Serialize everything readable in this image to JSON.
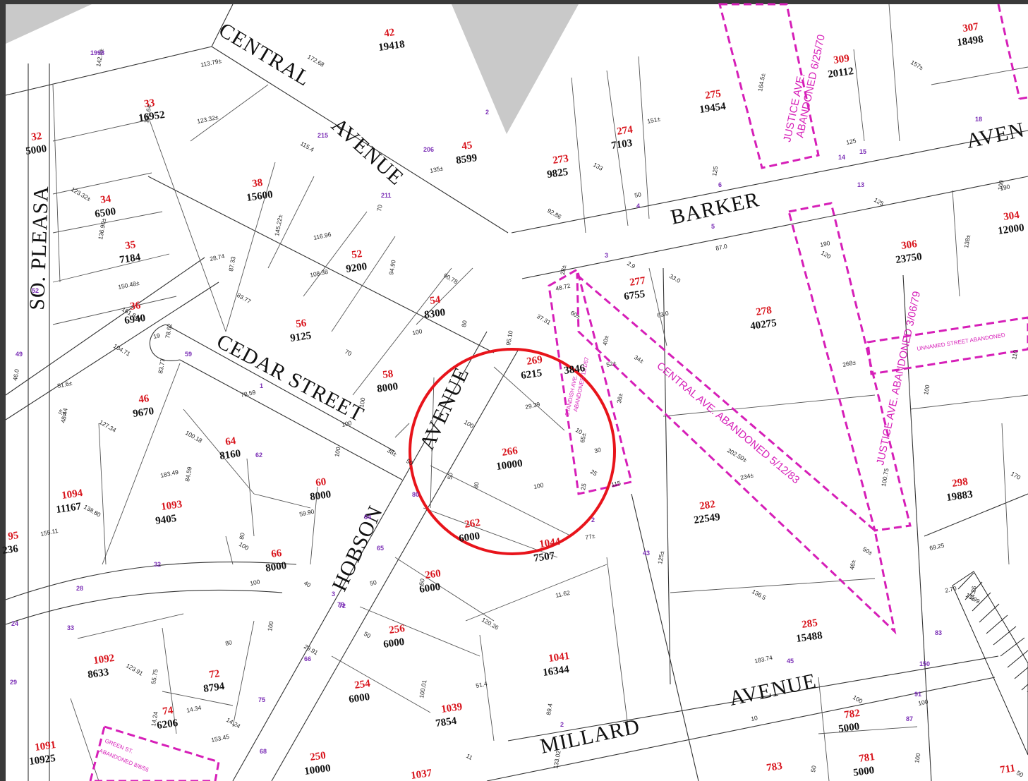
{
  "map": {
    "streets": {
      "central_top": "CENTRAL",
      "central_avenue": "AVENUE",
      "barker": "BARKER",
      "barker_avenue": "AVEN",
      "so_pleasant": "SO. PLEASA",
      "cedar": "CEDAR STREET",
      "hobson": "HOBSON",
      "hobson_avenue": "AVENUE",
      "millard": "MILLARD",
      "millard_avenue": "AVENUE"
    },
    "abandoned": {
      "justice_1": "JUSTICE AVE.",
      "justice_1b": "ABANDONED 6/25/70",
      "justice_2": "JUSTICE AVE.  ABANDONED 3/06/79",
      "central": "CENTRAL AVE.  ABANDONED 5/12/83",
      "unnamed": "UNNAMED STREET ABANDONED",
      "standish": "STANDISH AVE.",
      "standish_b": "ABANDONED 11/1/67",
      "green_st": "GREEN ST.",
      "green_st_b": "ABANDONED 8/8/55"
    },
    "highlight": {
      "parcel": "266",
      "color": "#e8141b"
    },
    "parcels": [
      {
        "id": "32",
        "area": "5000"
      },
      {
        "id": "33",
        "area": "16952"
      },
      {
        "id": "34",
        "area": "6500"
      },
      {
        "id": "35",
        "area": "7184"
      },
      {
        "id": "36",
        "area": "6940"
      },
      {
        "id": "38",
        "area": "15600"
      },
      {
        "id": "42",
        "area": "19418"
      },
      {
        "id": "45",
        "area": "8599"
      },
      {
        "id": "46",
        "area": "9670"
      },
      {
        "id": "52",
        "area": "9200"
      },
      {
        "id": "54",
        "area": "8300"
      },
      {
        "id": "56",
        "area": "9125"
      },
      {
        "id": "58",
        "area": "8000"
      },
      {
        "id": "60",
        "area": "8000"
      },
      {
        "id": "64",
        "area": "8160"
      },
      {
        "id": "66",
        "area": "8000"
      },
      {
        "id": "72",
        "area": "8794"
      },
      {
        "id": "74",
        "area": "6206"
      },
      {
        "id": "250",
        "area": "10000"
      },
      {
        "id": "254",
        "area": "6000"
      },
      {
        "id": "256",
        "area": "6000"
      },
      {
        "id": "260",
        "area": "6000"
      },
      {
        "id": "262",
        "area": "6000"
      },
      {
        "id": "266",
        "area": "10000"
      },
      {
        "id": "269",
        "area": "6215"
      },
      {
        "id": "273",
        "area": "9825"
      },
      {
        "id": "274",
        "area": "7103"
      },
      {
        "id": "275",
        "area": "19454"
      },
      {
        "id": "277",
        "area": "6755"
      },
      {
        "id": "278",
        "area": "40275"
      },
      {
        "id": "282",
        "area": "22549"
      },
      {
        "id": "285",
        "area": "15488"
      },
      {
        "id": "298",
        "area": "19883"
      },
      {
        "id": "304",
        "area": "12000"
      },
      {
        "id": "306",
        "area": "23750"
      },
      {
        "id": "307",
        "area": "18498"
      },
      {
        "id": "309",
        "area": "20112"
      },
      {
        "id": "711",
        "area": ""
      },
      {
        "id": "781",
        "area": "5000"
      },
      {
        "id": "782",
        "area": "5000"
      },
      {
        "id": "783",
        "area": ""
      },
      {
        "id": "1037",
        "area": ""
      },
      {
        "id": "1039",
        "area": "7854"
      },
      {
        "id": "1041",
        "area": "16344"
      },
      {
        "id": "1044",
        "area": "7507"
      },
      {
        "id": "1091",
        "area": "10925"
      },
      {
        "id": "1092",
        "area": "8633"
      },
      {
        "id": "1093",
        "area": "9405"
      },
      {
        "id": "1094",
        "area": "11167"
      },
      {
        "id": "95",
        "area": "236"
      },
      {
        "id": "",
        "area": "3846"
      }
    ],
    "lot_numbers": [
      "1998",
      "2",
      "3",
      "4",
      "5",
      "6",
      "13",
      "14",
      "15",
      "18",
      "206",
      "211",
      "215",
      "32",
      "28",
      "33",
      "24",
      "29",
      "1",
      "2",
      "3",
      "62",
      "64",
      "65",
      "66",
      "68",
      "72",
      "75",
      "79",
      "80",
      "83",
      "87",
      "91",
      "150",
      "43",
      "45",
      "49",
      "52",
      "59",
      "2"
    ],
    "dimensions": [
      "142.4±",
      "113.79±",
      "172.68",
      "196.64",
      "123.32±",
      "123.32±",
      "136.90±",
      "150.48±",
      "161.84±",
      "145.22±",
      "116.96",
      "115.4",
      "70",
      "135±",
      "92.86",
      "125",
      "125",
      "125",
      "100",
      "190",
      "120",
      "138±",
      "87.0",
      "2.9",
      "28±",
      "48.72",
      "37.31",
      "95.10",
      "29.39",
      "10",
      "65±",
      "30",
      "25",
      "25",
      "115",
      "100",
      "80",
      "100",
      "104.71",
      "78.62",
      "78.59",
      "100.18",
      "84.59",
      "183.49",
      "127.34",
      "48.44",
      "155.11",
      "138.80",
      "94.90",
      "108.38",
      "90.78",
      "80",
      "100",
      "38±",
      "100",
      "59.90",
      "100",
      "80",
      "100",
      "40",
      "100",
      "80",
      "29.91",
      "55.75",
      "14.34",
      "14.24",
      "14.24",
      "153.45",
      "123.91",
      "89.4",
      "11.62",
      "120.26",
      "100.01",
      "51.4",
      "11",
      "133.02",
      "183.74",
      "136.5",
      "125±",
      "77±",
      "50±",
      "46±",
      "234±",
      "202.50±",
      "100.75",
      "268±",
      "50",
      "50",
      "69.25",
      "13.99",
      "44.26",
      "2.70",
      "170",
      "110",
      "190",
      "157±",
      "164.5±",
      "151±",
      "133",
      "100",
      "50",
      "60±",
      "40±",
      "52±",
      "34±",
      "36±",
      "63.0",
      "33.0",
      "46.0",
      "51.6±",
      "5.6",
      "87.33",
      "28.74",
      "83.77",
      "83.77",
      "19",
      "70",
      "100",
      "100",
      "50",
      "50",
      "50",
      "50",
      "50",
      "10",
      "100",
      "100",
      "100",
      "100"
    ]
  }
}
